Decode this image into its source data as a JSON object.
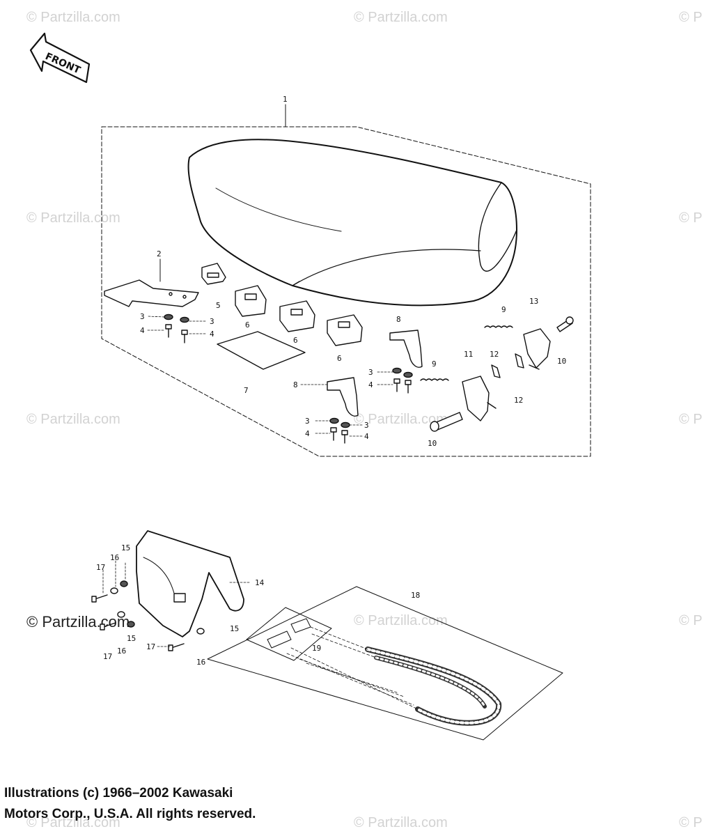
{
  "watermark": {
    "text": "© Partzilla.com",
    "text_partial": "© P",
    "color": "#d2d2d2"
  },
  "front_arrow": {
    "label": "FRONT"
  },
  "parts": {
    "p1": "1",
    "p2": "2",
    "p3": "3",
    "p4": "4",
    "p5": "5",
    "p6": "6",
    "p7": "7",
    "p8": "8",
    "p9": "9",
    "p10": "10",
    "p11": "11",
    "p12": "12",
    "p13": "13",
    "p14": "14",
    "p15": "15",
    "p16": "16",
    "p17": "17",
    "p18": "18",
    "p19": "19"
  },
  "copyright": {
    "line1": "Illustrations (c) 1966–2002 Kawasaki",
    "line2": "Motors Corp., U.S.A.  All rights reserved."
  }
}
